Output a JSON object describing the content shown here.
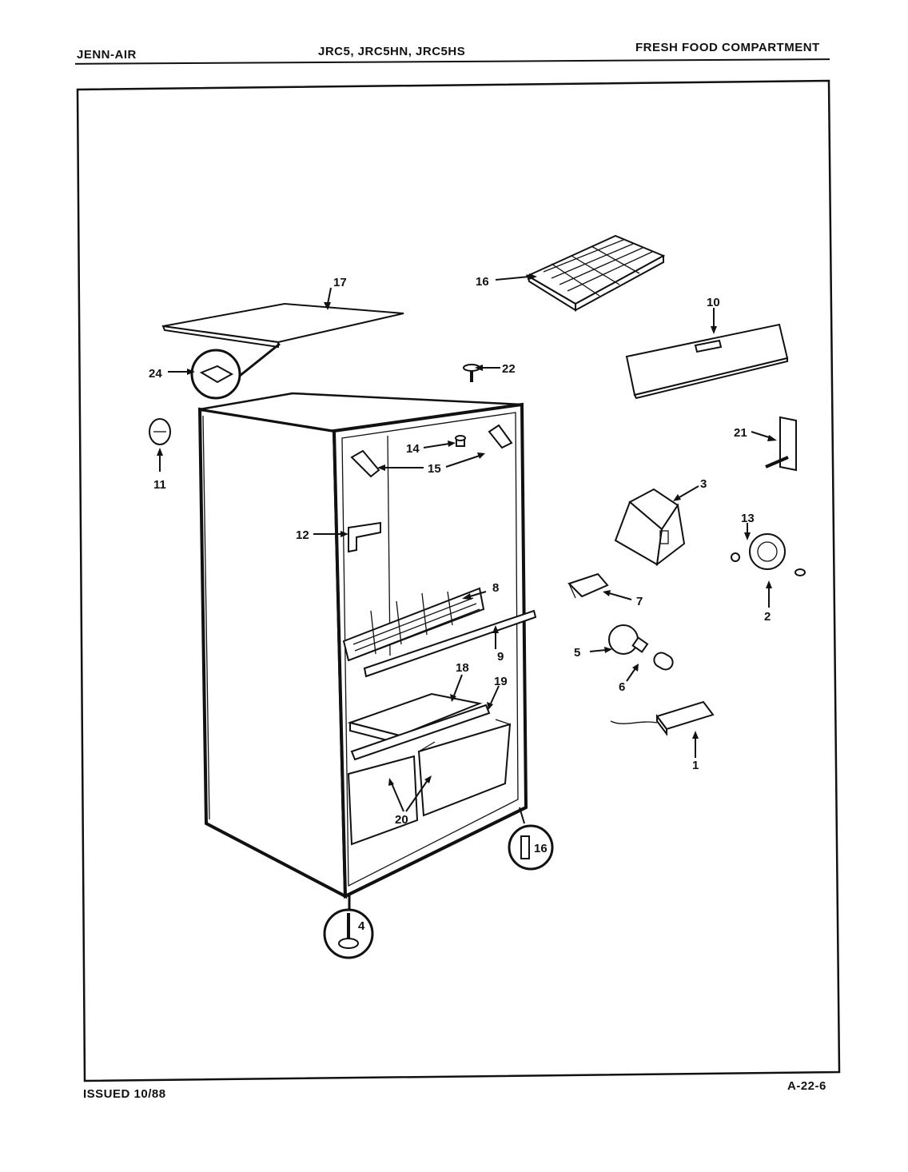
{
  "header": {
    "brand": "JENN-AIR",
    "models": "JRC5, JRC5HN, JRC5HS",
    "section": "FRESH FOOD COMPARTMENT"
  },
  "footer": {
    "issued": "ISSUED 10/88",
    "page_code": "A-22-6"
  },
  "callouts": {
    "c1": "1",
    "c2": "2",
    "c3": "3",
    "c4": "4",
    "c5": "5",
    "c6": "6",
    "c7": "7",
    "c8": "8",
    "c9": "9",
    "c10": "10",
    "c11": "11",
    "c12": "12",
    "c13": "13",
    "c14": "14",
    "c15": "15",
    "c16a": "16",
    "c16b": "16",
    "c17": "17",
    "c18": "18",
    "c19": "19",
    "c20": "20",
    "c21": "21",
    "c22": "22",
    "c24": "24"
  }
}
